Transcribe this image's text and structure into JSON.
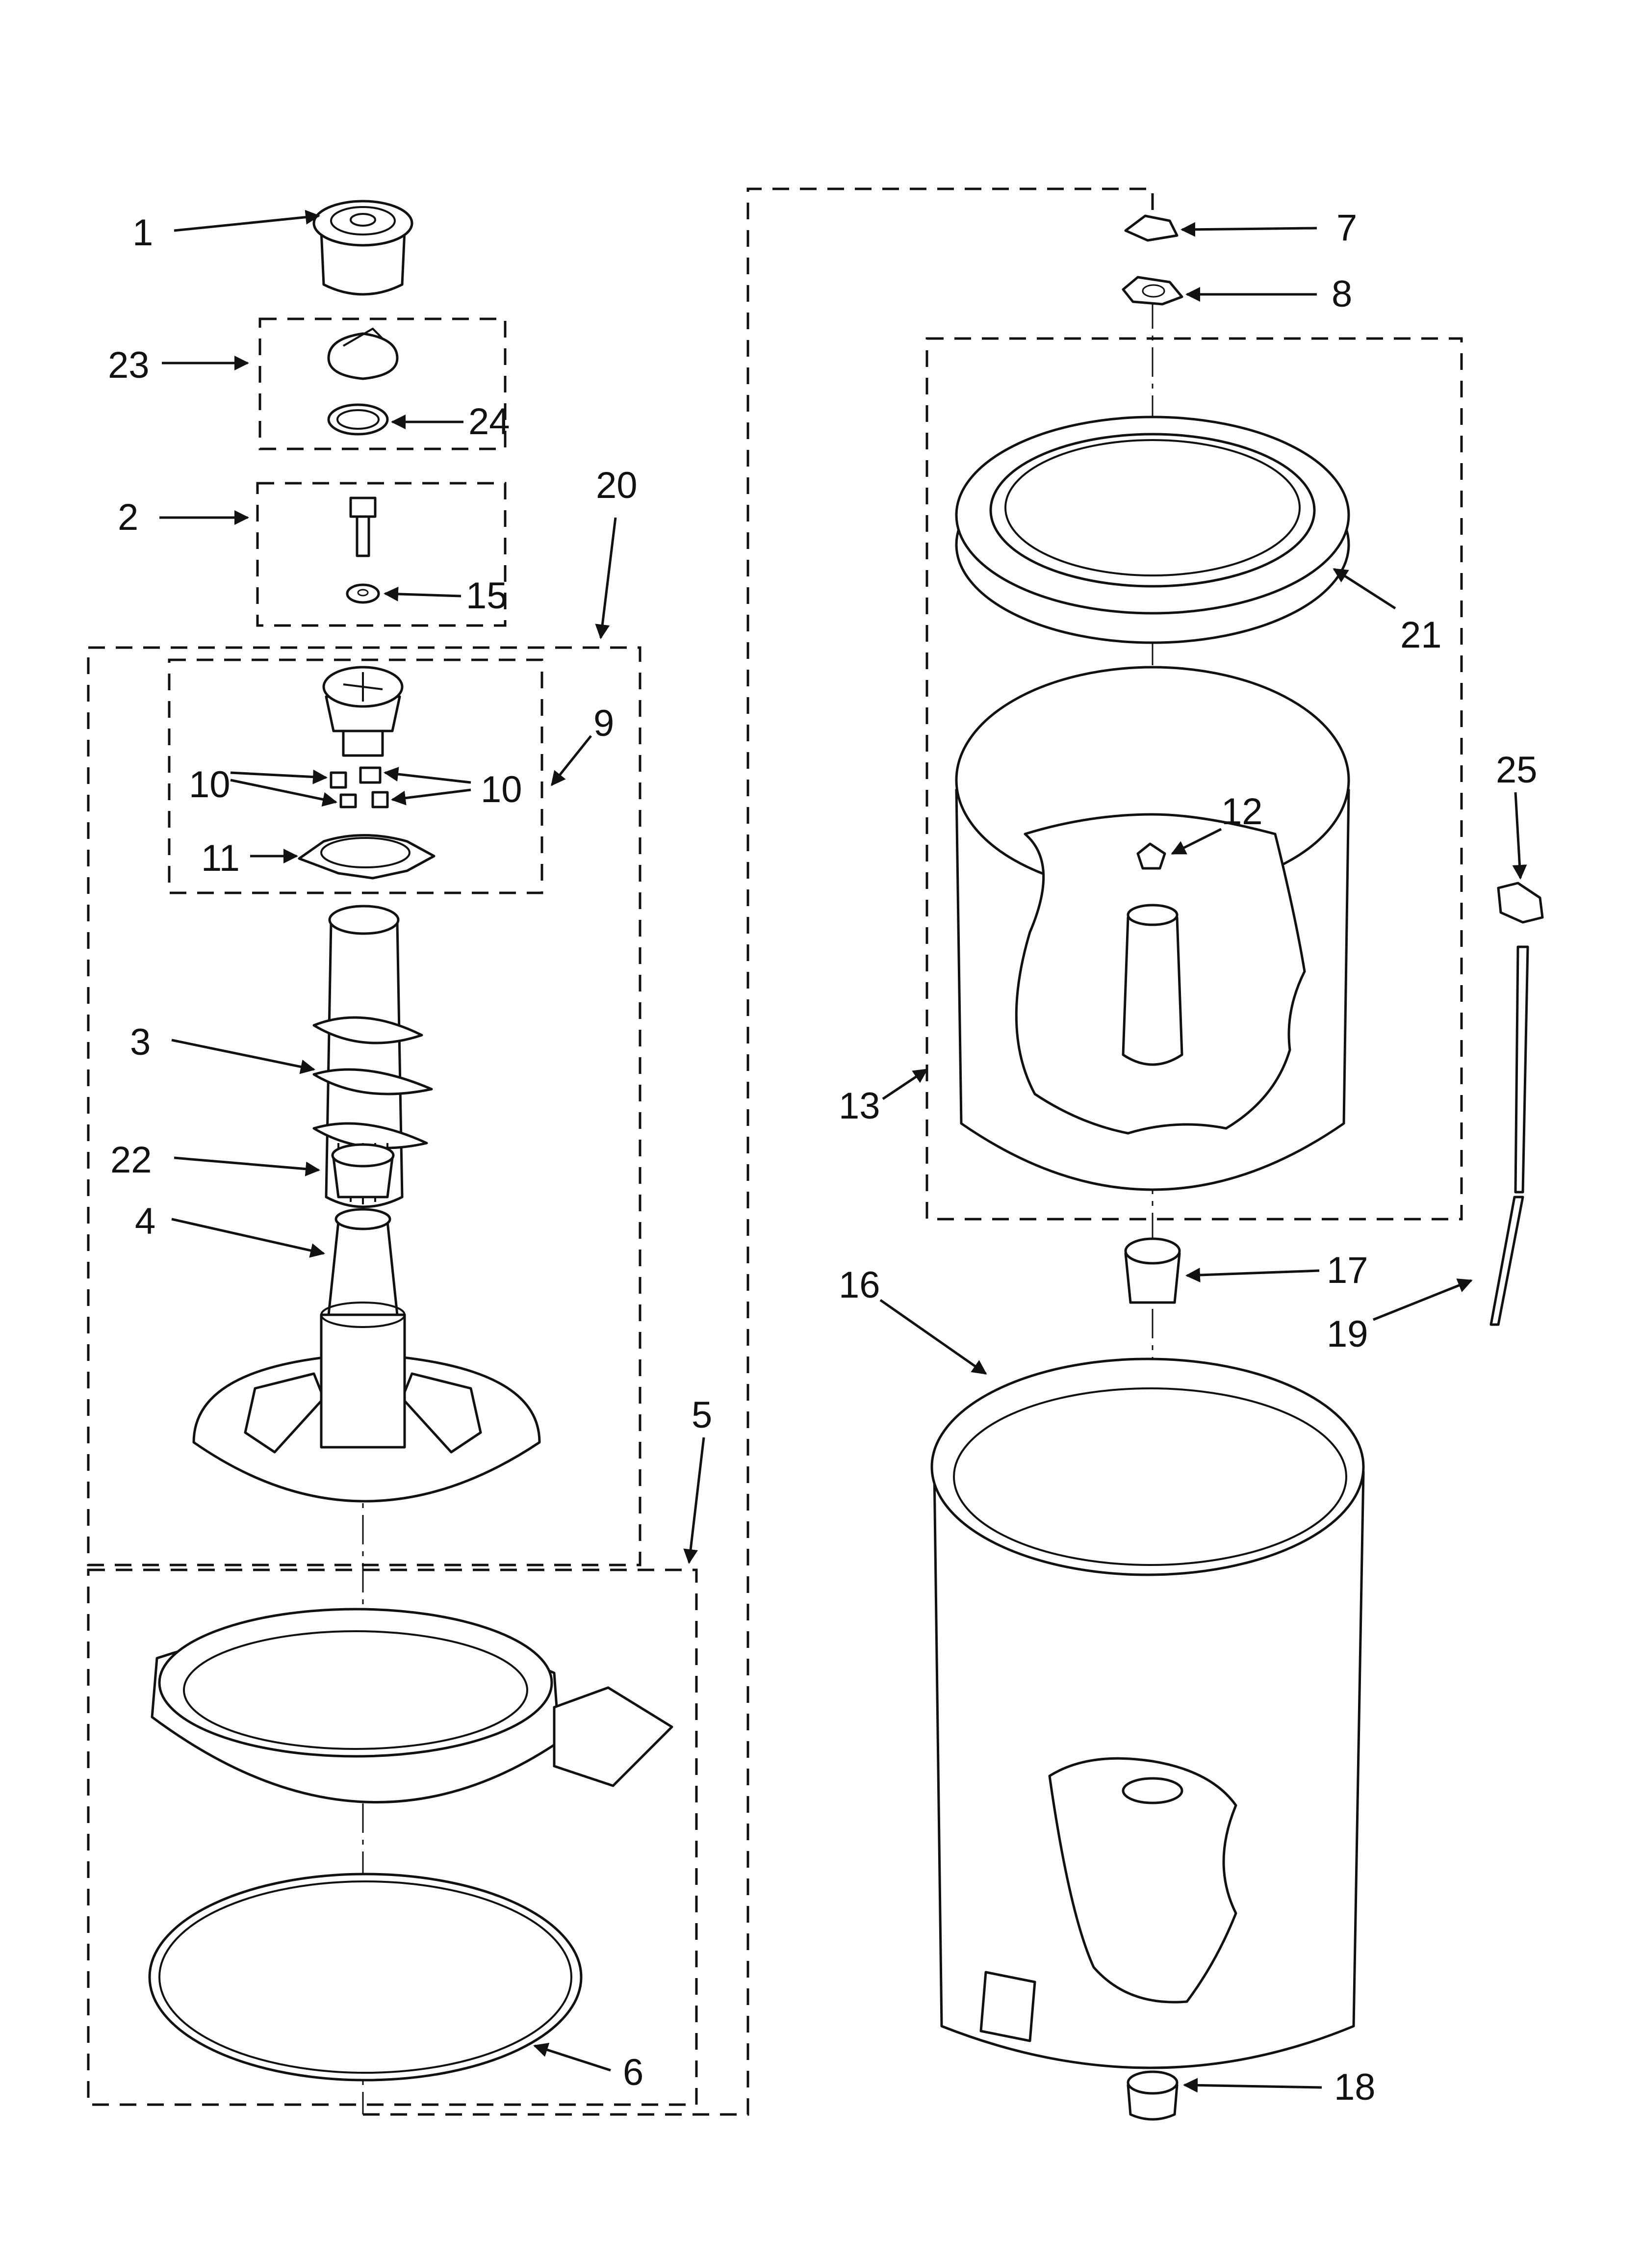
{
  "diagram": {
    "callouts": [
      {
        "id": "c1",
        "label": "1"
      },
      {
        "id": "c23",
        "label": "23"
      },
      {
        "id": "c24",
        "label": "24"
      },
      {
        "id": "c2",
        "label": "2"
      },
      {
        "id": "c15",
        "label": "15"
      },
      {
        "id": "c20",
        "label": "20"
      },
      {
        "id": "c9",
        "label": "9"
      },
      {
        "id": "c10a",
        "label": "10"
      },
      {
        "id": "c10b",
        "label": "10"
      },
      {
        "id": "c11",
        "label": "11"
      },
      {
        "id": "c3",
        "label": "3"
      },
      {
        "id": "c22",
        "label": "22"
      },
      {
        "id": "c4",
        "label": "4"
      },
      {
        "id": "c5",
        "label": "5"
      },
      {
        "id": "c6",
        "label": "6"
      },
      {
        "id": "c7",
        "label": "7"
      },
      {
        "id": "c8",
        "label": "8"
      },
      {
        "id": "c21",
        "label": "21"
      },
      {
        "id": "c25",
        "label": "25"
      },
      {
        "id": "c12",
        "label": "12"
      },
      {
        "id": "c13",
        "label": "13"
      },
      {
        "id": "c17",
        "label": "17"
      },
      {
        "id": "c16",
        "label": "16"
      },
      {
        "id": "c19",
        "label": "19"
      },
      {
        "id": "c18",
        "label": "18"
      }
    ]
  }
}
